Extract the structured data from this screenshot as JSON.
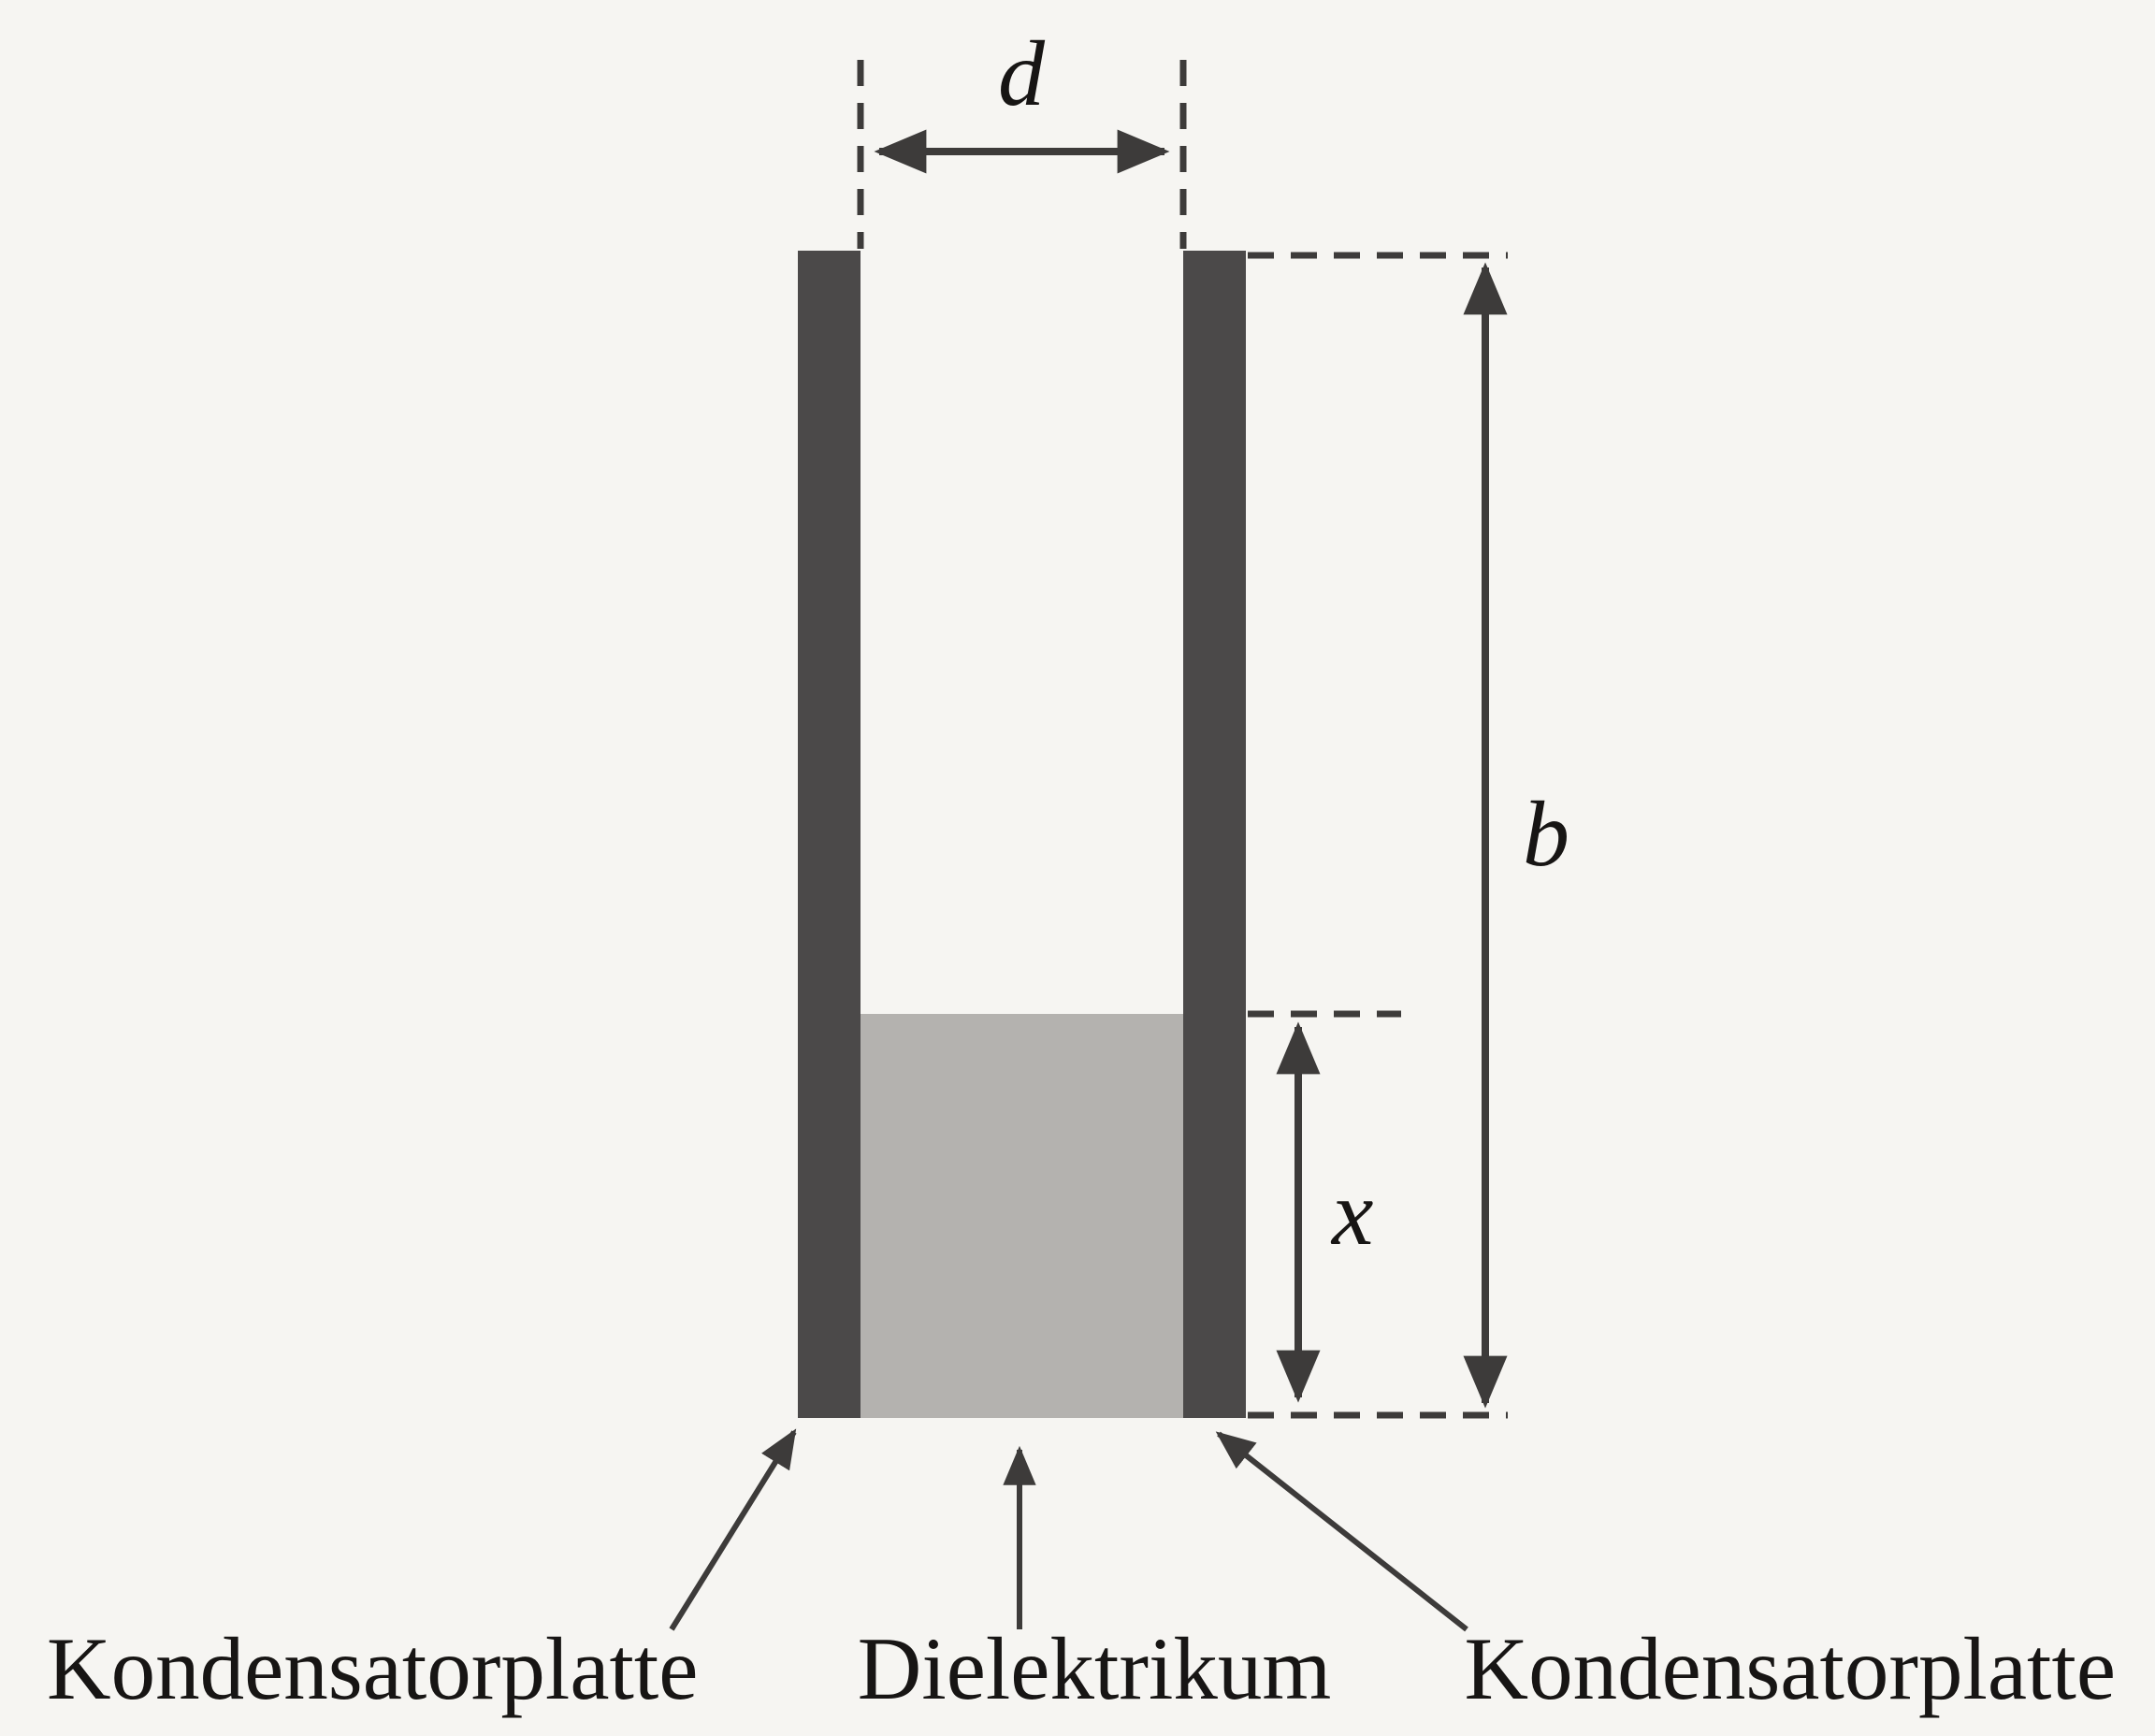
{
  "figure": {
    "dimension_labels": {
      "plate_separation": "d",
      "plate_height": "b",
      "dielectric_immersion_depth": "x"
    },
    "captions": {
      "left_plate": "Kondensatorplatte",
      "dielectric": "Dielektrikum",
      "right_plate": "Kondensatorplatte"
    },
    "colors": {
      "background": "#f6f5f2",
      "plate": "#4b4949",
      "dielectric": "#b4b2af",
      "line": "#3d3b3a",
      "text": "#171514"
    }
  }
}
